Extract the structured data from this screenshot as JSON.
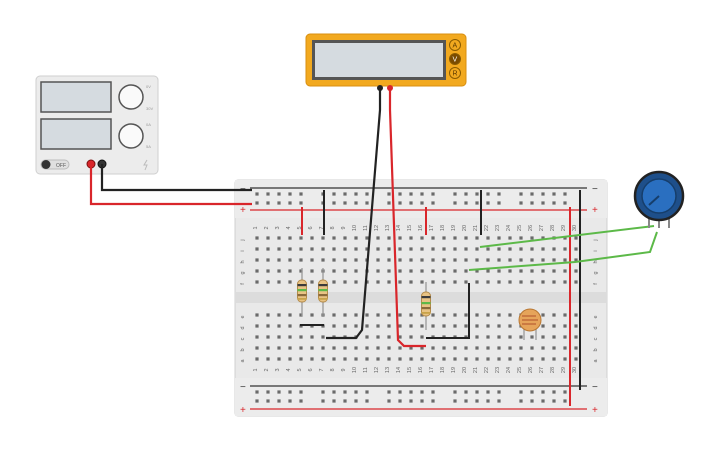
{
  "multimeter": {
    "mode_amps": "A",
    "mode_volts": "V",
    "mode_ohms": "R",
    "body_color": "#f2a91f",
    "screen_color": "#d5dbe0"
  },
  "power_supply": {
    "off_label": "OFF",
    "knob1_mark_top": "0V",
    "knob1_mark_right": "30V",
    "knob2_mark_top": "0A",
    "knob2_mark_right": "5A"
  },
  "breadboard": {
    "top_rail_minus": "−",
    "top_rail_plus": "+",
    "bottom_rail_minus": "−",
    "bottom_rail_plus": "+",
    "row_letters_top": [
      "j",
      "i",
      "h",
      "g",
      "f"
    ],
    "row_letters_bottom": [
      "e",
      "d",
      "c",
      "b",
      "a"
    ],
    "columns": [
      "1",
      "2",
      "3",
      "4",
      "5",
      "6",
      "7",
      "8",
      "9",
      "10",
      "11",
      "12",
      "13",
      "14",
      "15",
      "16",
      "17",
      "18",
      "19",
      "20",
      "21",
      "22",
      "23",
      "24",
      "25",
      "26",
      "27",
      "28",
      "29",
      "30"
    ]
  },
  "colors": {
    "wire_red": "#d9262b",
    "wire_black": "#222222",
    "wire_green": "#5cb948",
    "pot_blue": "#2a6fc0"
  }
}
